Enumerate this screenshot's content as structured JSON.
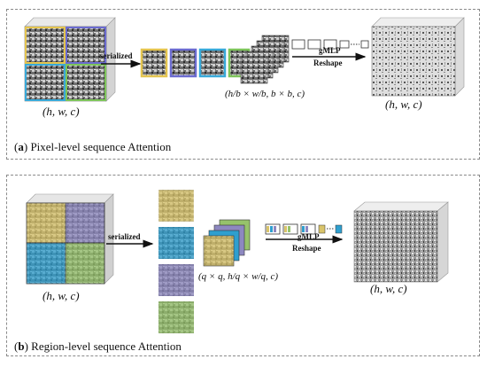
{
  "panel_a": {
    "caption_tag": "a",
    "caption_text": "Pixel-level sequence Attention",
    "input_shape": "(h, w, c)",
    "serialized_label": "serialized",
    "middle_shape": "(h/b × w/b, b × b, c)",
    "gmlp_label": "gMLP",
    "reshape_label": "Reshape",
    "output_shape": "(h, w, c)"
  },
  "panel_b": {
    "caption_tag": "b",
    "caption_text": "Region-level sequence Attention",
    "input_shape": "(h, w, c)",
    "serialized_label": "serialized",
    "middle_shape": "(q × q, h/q × w/q, c)",
    "gmlp_label": "gMLP",
    "reshape_label": "Reshape",
    "output_shape": "(h, w, c)"
  },
  "colors": {
    "yellow": "#d9c46a",
    "purple": "#8d88c0",
    "cyan": "#2f9fcf",
    "green": "#96c26b",
    "border_gray": "#8a8a8a"
  }
}
